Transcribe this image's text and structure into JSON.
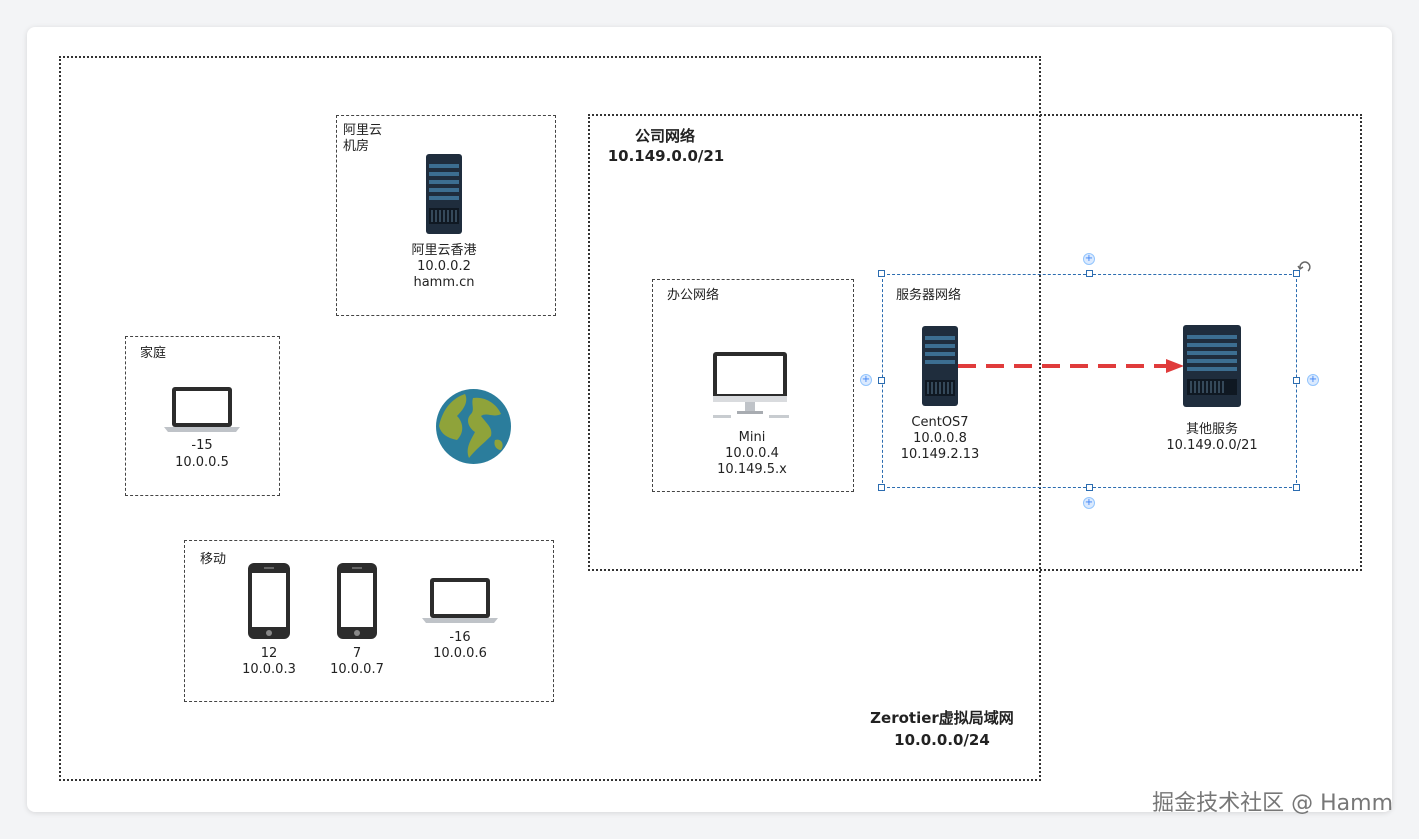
{
  "groups": {
    "zerotier": {
      "title": "Zerotier虚拟局域网",
      "subnet": "10.0.0.0/24"
    },
    "company": {
      "title": "公司网络",
      "subnet": "10.149.0.0/21"
    },
    "aliyun": {
      "label": "阿里云\n机房"
    },
    "home": {
      "label": "家庭"
    },
    "office": {
      "label": "办公网络"
    },
    "server_net": {
      "label": "服务器网络"
    },
    "mobile": {
      "label": "移动"
    }
  },
  "nodes": {
    "aliyun_hk": {
      "name": "阿里云香港",
      "ip": "10.0.0.2",
      "domain": "hamm.cn"
    },
    "home_mac": {
      "name": " -15",
      "ip": "10.0.0.5"
    },
    "office_mini": {
      "name": " Mini",
      "ip": "10.0.0.4",
      "ip2": "10.149.5.x"
    },
    "centos": {
      "name": "CentOS7",
      "ip": "10.0.0.8",
      "ip2": "10.149.2.13"
    },
    "other_services": {
      "name": "其他服务",
      "ip": "10.149.0.0/21"
    },
    "phone12": {
      "name": " 12",
      "ip": "10.0.0.3"
    },
    "phone7": {
      "name": " 7",
      "ip": "10.0.0.7"
    },
    "mobile_mac": {
      "name": " -16",
      "ip": "10.0.0.6"
    }
  },
  "connection_color": "#e03b3b",
  "watermark": "掘金技术社区 @ Hamm"
}
